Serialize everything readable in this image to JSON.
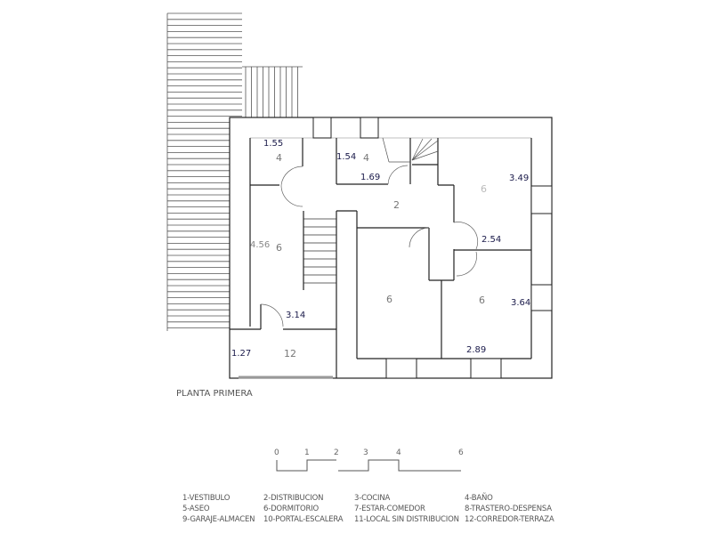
{
  "plan": {
    "title": "PLANTA PRIMERA",
    "measures": [
      "1.55",
      "1.54",
      "1.69",
      "3.49",
      "2.54",
      "4.56",
      "3.14",
      "1.27",
      "3.64",
      "2.89"
    ],
    "room_numbers": [
      "4",
      "4",
      "6",
      "2",
      "6",
      "6",
      "6",
      "12"
    ]
  },
  "scale": {
    "ticks": [
      "0",
      "1",
      "2",
      "3",
      "4",
      "6"
    ]
  },
  "legend": {
    "items": [
      "1-VESTIBULO",
      "2-DISTRIBUCION",
      "3-COCINA",
      "4-BAÑO",
      "5-ASEO",
      "6-DORMITORIO",
      "7-ESTAR-COMEDOR",
      "8-TRASTERO-DESPENSA",
      "9-GARAJE-ALMACEN",
      "10-PORTAL-ESCALERA",
      "11-LOCAL SIN DISTRIBUCION",
      "12-CORREDOR-TERRAZA"
    ]
  },
  "colors": {
    "wall": "#222222",
    "hatch": "#333333",
    "room_number": "#777777",
    "measure": "#1a1a4a",
    "bar": "#999999"
  }
}
